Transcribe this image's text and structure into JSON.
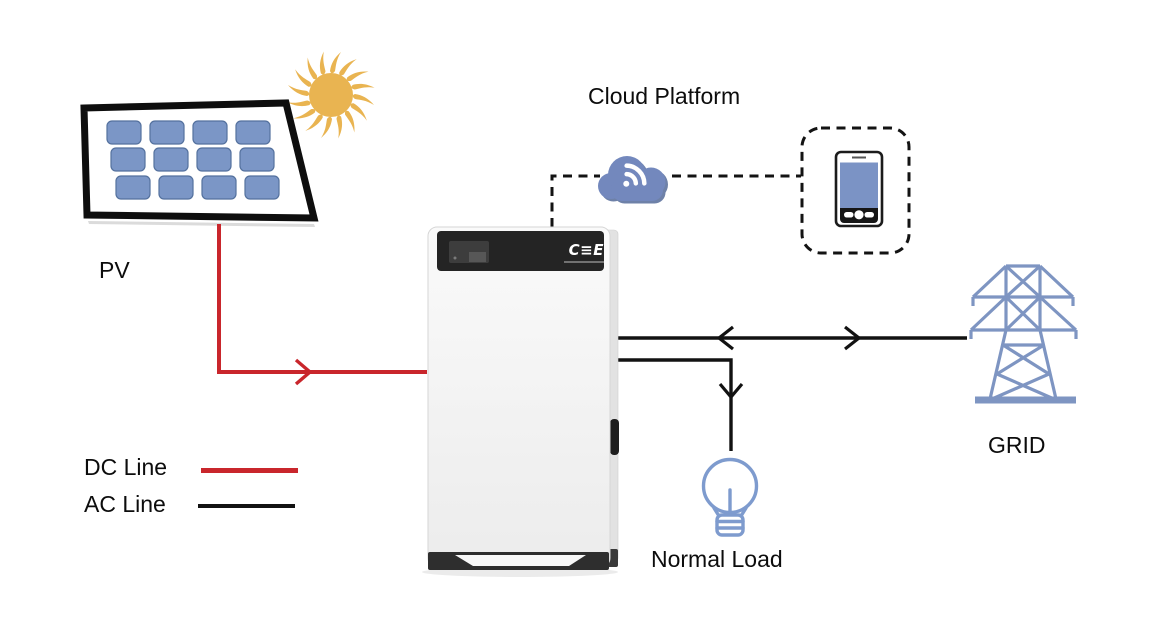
{
  "labels": {
    "pv": "PV",
    "cloud_platform": "Cloud Platform",
    "grid": "GRID",
    "normal_load": "Normal Load"
  },
  "legend": {
    "items": [
      {
        "label": "DC Line",
        "color": "#C9262C"
      },
      {
        "label": "AC Line",
        "color": "#121212"
      }
    ]
  },
  "device": {
    "logo": "C≡E"
  },
  "icons": {
    "sun": "sun-icon",
    "pv": "solar-panel-icon",
    "cloud": "cloud-wifi-icon",
    "phone": "smartphone-icon",
    "cabinet": "storage-cabinet",
    "grid": "transmission-tower-icon",
    "load": "light-bulb-icon"
  },
  "colors": {
    "dc-line": "#C9262C",
    "ac-line": "#121212",
    "sun": "#E9B451",
    "panel-cell": "#7B96C6",
    "panel-cell-border": "#54719E",
    "cloud": "#7388BD",
    "cloud-shadow": "#5F749F",
    "phone-screen": "#7B93C5",
    "tower": "#7E95C2",
    "bulb": "#7E9BCE"
  }
}
